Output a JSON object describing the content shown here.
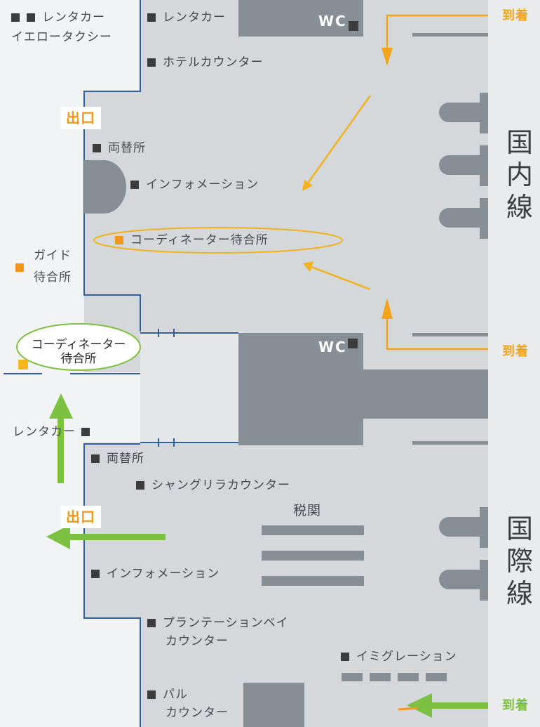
{
  "top_left": {
    "rental": "レンタカー",
    "taxi": "イエロータクシー"
  },
  "dom": {
    "rental": "レンタカー",
    "hotel": "ホテルカウンター",
    "exchange": "両替所",
    "info": "インフォメーション",
    "coordinator": "コーディネーター待合所"
  },
  "exits": {
    "upper": "出口",
    "lower": "出口"
  },
  "guide": {
    "line1": "ガイド",
    "line2": "待合所"
  },
  "coordinator_left": {
    "line1": "コーディネーター",
    "line2": "待合所"
  },
  "wc": {
    "upper": "WC",
    "mid": "WC"
  },
  "intl": {
    "rental": "レンタカー",
    "exchange": "両替所",
    "shangri": "シャングリラカウンター",
    "customs": "税関",
    "info": "インフォメーション",
    "plantation_1": "プランテーションベイ",
    "plantation_2": "カウンター",
    "immigration": "イミグレーション",
    "pal_1": "パル",
    "pal_2": "カウンター"
  },
  "arrivals": {
    "top": "到着",
    "mid": "到着",
    "bottom": "到着"
  },
  "side_labels": {
    "domestic": [
      "国",
      "内",
      "線"
    ],
    "international": [
      "国",
      "際",
      "線"
    ]
  },
  "colors": {
    "accent_orange": "#f2971b",
    "arrow_green": "#7cc142",
    "terminal_gray": "#d4d7da",
    "block_gray": "#868e96",
    "wall_blue": "#2f5f9e"
  }
}
